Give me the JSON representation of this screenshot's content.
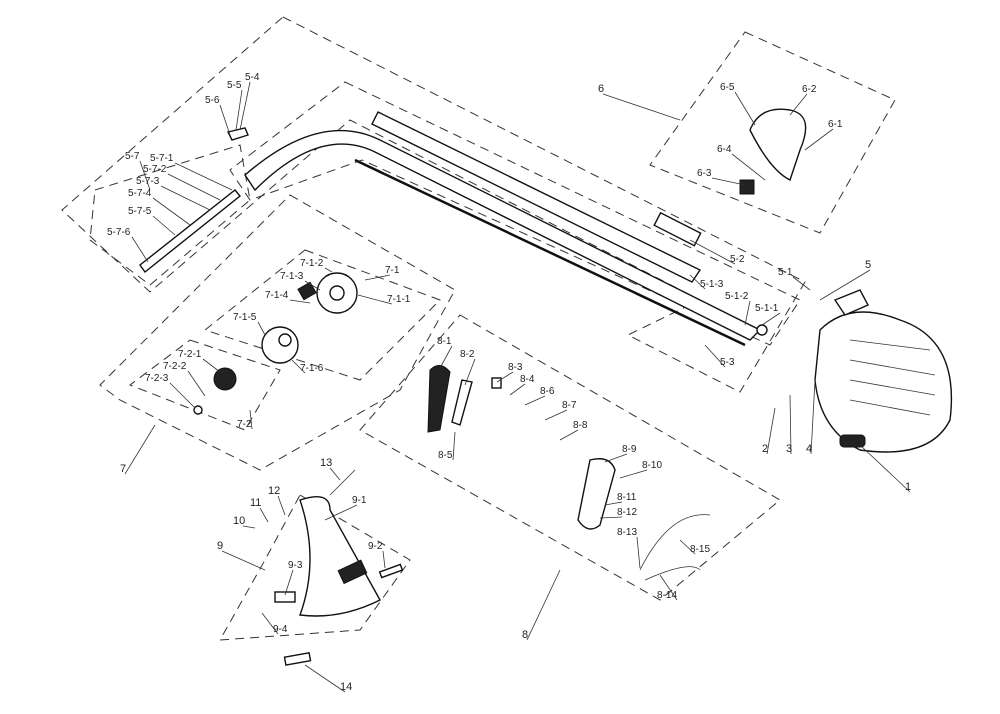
{
  "title": "Brush cutter exploded parts diagram",
  "labels": [
    "5-4",
    "5-5",
    "5-6",
    "5-7",
    "5-7-1",
    "5-7-2",
    "5-7-3",
    "5-7-4",
    "5-7-5",
    "5-7-6",
    "6",
    "6-5",
    "6-2",
    "6-1",
    "6-4",
    "6-3",
    "5-2",
    "5-1-3",
    "5-1",
    "5",
    "5-1-2",
    "5-1-1",
    "5-3",
    "7-1-2",
    "7-1",
    "7-1-3",
    "7-1-1",
    "7-1-4",
    "7-1-5",
    "7-1-6",
    "7-2-1",
    "7-2-2",
    "7-2-3",
    "7-2",
    "7",
    "8-1",
    "8-2",
    "8-3",
    "8-4",
    "8-6",
    "8-7",
    "8-8",
    "8-5",
    "8-9",
    "8-10",
    "8-11",
    "8-12",
    "8-13",
    "8-15",
    "8-14",
    "8",
    "1",
    "2",
    "3",
    "4",
    "13",
    "12",
    "11",
    "10",
    "9",
    "9-1",
    "9-2",
    "9-3",
    "9-4",
    "14"
  ]
}
